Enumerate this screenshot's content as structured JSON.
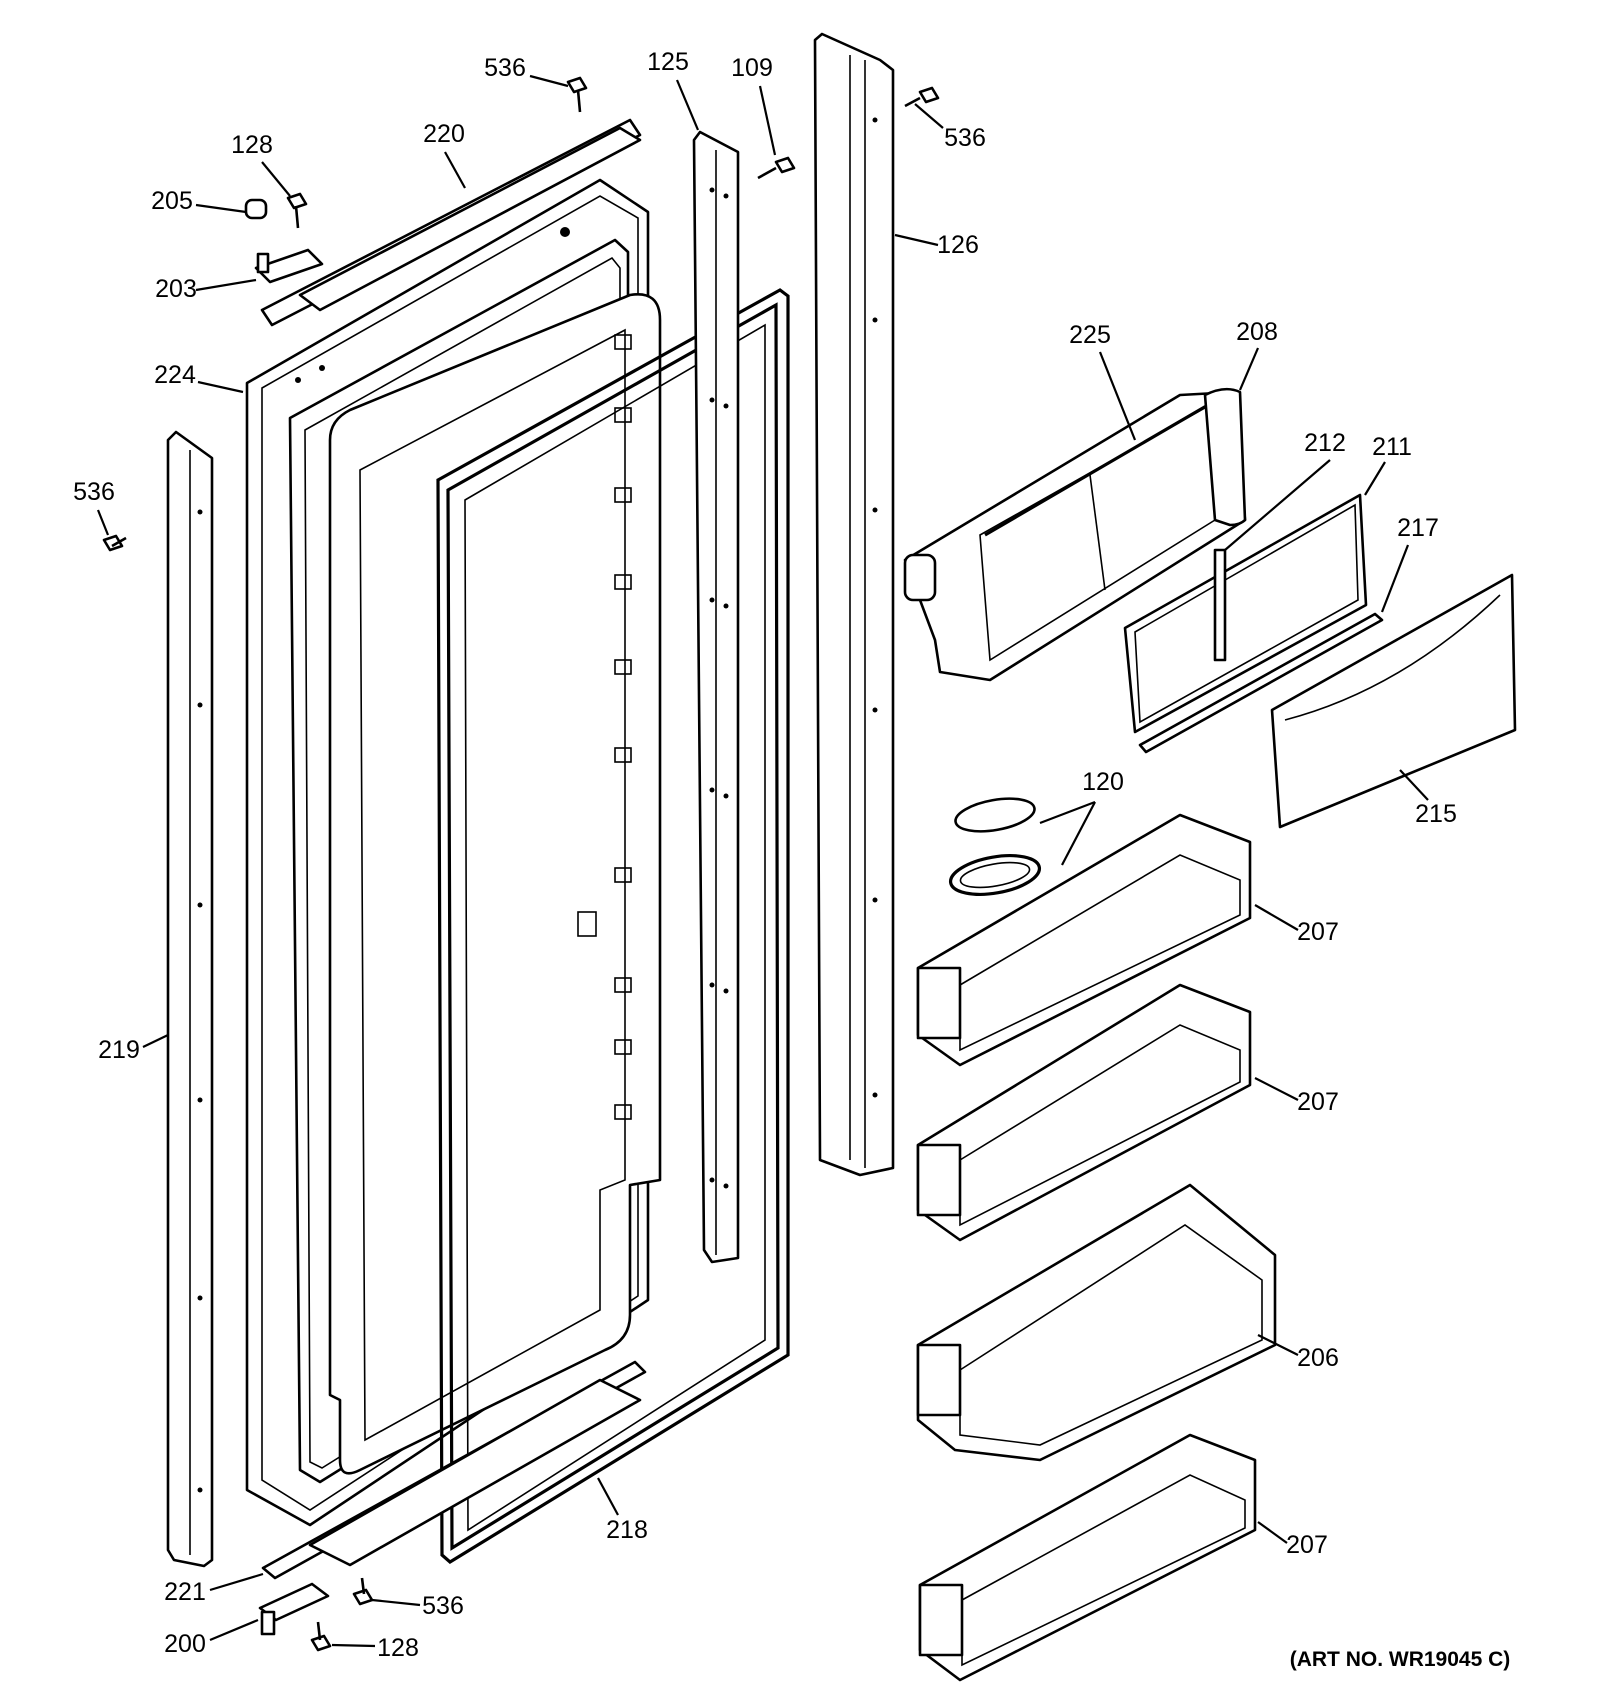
{
  "diagram": {
    "art_number": "(ART NO. WR19045 C)",
    "callouts": {
      "c536a": "536",
      "c125": "125",
      "c109": "109",
      "c536b": "536",
      "c126": "126",
      "c128a": "128",
      "c220": "220",
      "c205": "205",
      "c203": "203",
      "c224": "224",
      "c536c": "536",
      "c225": "225",
      "c208": "208",
      "c212": "212",
      "c211": "211",
      "c217": "217",
      "c215": "215",
      "c120": "120",
      "c207a": "207",
      "c207b": "207",
      "c219": "219",
      "c206": "206",
      "c207c": "207",
      "c218": "218",
      "c221": "221",
      "c536d": "536",
      "c200": "200",
      "c128b": "128"
    }
  }
}
